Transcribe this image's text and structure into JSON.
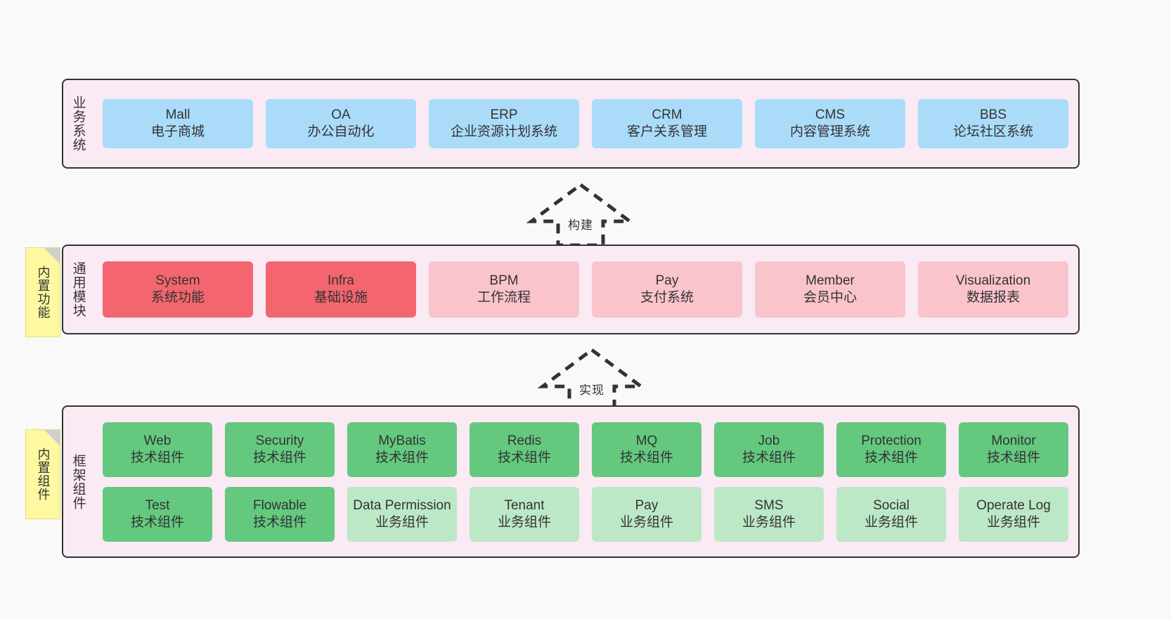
{
  "diagram": {
    "background_color": "#f9f9f9",
    "layer_background": "#f9eaf4",
    "layer_border": "#333333"
  },
  "layers": [
    {
      "id": "business",
      "title": "业务系统",
      "rows": [
        {
          "nodes": [
            {
              "en": "Mall",
              "cn": "电子商城",
              "color": "#aadcfa",
              "style": "blue"
            },
            {
              "en": "OA",
              "cn": "办公自动化",
              "color": "#aadcfa",
              "style": "blue"
            },
            {
              "en": "ERP",
              "cn": "企业资源计划系统",
              "color": "#aadcfa",
              "style": "blue"
            },
            {
              "en": "CRM",
              "cn": "客户关系管理",
              "color": "#aadcfa",
              "style": "blue"
            },
            {
              "en": "CMS",
              "cn": "内容管理系统",
              "color": "#aadcfa",
              "style": "blue"
            },
            {
              "en": "BBS",
              "cn": "论坛社区系统",
              "color": "#aadcfa",
              "style": "blue"
            }
          ]
        }
      ]
    },
    {
      "id": "modules",
      "title": "通用模块",
      "rows": [
        {
          "nodes": [
            {
              "en": "System",
              "cn": "系统功能",
              "color": "#f4666f",
              "style": "red"
            },
            {
              "en": "Infra",
              "cn": "基础设施",
              "color": "#f4666f",
              "style": "red"
            },
            {
              "en": "BPM",
              "cn": "工作流程",
              "color": "#fac4cd",
              "style": "pink"
            },
            {
              "en": "Pay",
              "cn": "支付系统",
              "color": "#fac4cd",
              "style": "pink"
            },
            {
              "en": "Member",
              "cn": "会员中心",
              "color": "#fac4cd",
              "style": "pink"
            },
            {
              "en": "Visualization",
              "cn": "数据报表",
              "color": "#fac4cd",
              "style": "pink"
            }
          ]
        }
      ]
    },
    {
      "id": "framework",
      "title": "框架组件",
      "rows": [
        {
          "nodes": [
            {
              "en": "Web",
              "cn": "技术组件",
              "color": "#64c97f",
              "style": "green"
            },
            {
              "en": "Security",
              "cn": "技术组件",
              "color": "#64c97f",
              "style": "green"
            },
            {
              "en": "MyBatis",
              "cn": "技术组件",
              "color": "#64c97f",
              "style": "green"
            },
            {
              "en": "Redis",
              "cn": "技术组件",
              "color": "#64c97f",
              "style": "green"
            },
            {
              "en": "MQ",
              "cn": "技术组件",
              "color": "#64c97f",
              "style": "green"
            },
            {
              "en": "Job",
              "cn": "技术组件",
              "color": "#64c97f",
              "style": "green"
            },
            {
              "en": "Protection",
              "cn": "技术组件",
              "color": "#64c97f",
              "style": "green"
            },
            {
              "en": "Monitor",
              "cn": "技术组件",
              "color": "#64c97f",
              "style": "green"
            }
          ]
        },
        {
          "nodes": [
            {
              "en": "Test",
              "cn": "技术组件",
              "color": "#64c97f",
              "style": "green"
            },
            {
              "en": "Flowable",
              "cn": "技术组件",
              "color": "#64c97f",
              "style": "green"
            },
            {
              "en": "Data Permission",
              "cn": "业务组件",
              "color": "#bce8c6",
              "style": "mint",
              "wrap": true
            },
            {
              "en": "Tenant",
              "cn": "业务组件",
              "color": "#bce8c6",
              "style": "mint"
            },
            {
              "en": "Pay",
              "cn": "业务组件",
              "color": "#bce8c6",
              "style": "mint"
            },
            {
              "en": "SMS",
              "cn": "业务组件",
              "color": "#bce8c6",
              "style": "mint"
            },
            {
              "en": "Social",
              "cn": "业务组件",
              "color": "#bce8c6",
              "style": "mint"
            },
            {
              "en": "Operate Log",
              "cn": "业务组件",
              "color": "#bce8c6",
              "style": "mint"
            }
          ]
        }
      ]
    }
  ],
  "notes": [
    {
      "id": "note-modules",
      "text": "内置功能",
      "color": "#fdf9a0"
    },
    {
      "id": "note-framework",
      "text": "内置组件",
      "color": "#fdf9a0"
    }
  ],
  "arrows": [
    {
      "id": "arrow-build",
      "label": "构建",
      "direction": "up",
      "style": "dashed-hollow"
    },
    {
      "id": "arrow-realize",
      "label": "实现",
      "direction": "up",
      "style": "dashed-hollow"
    }
  ]
}
